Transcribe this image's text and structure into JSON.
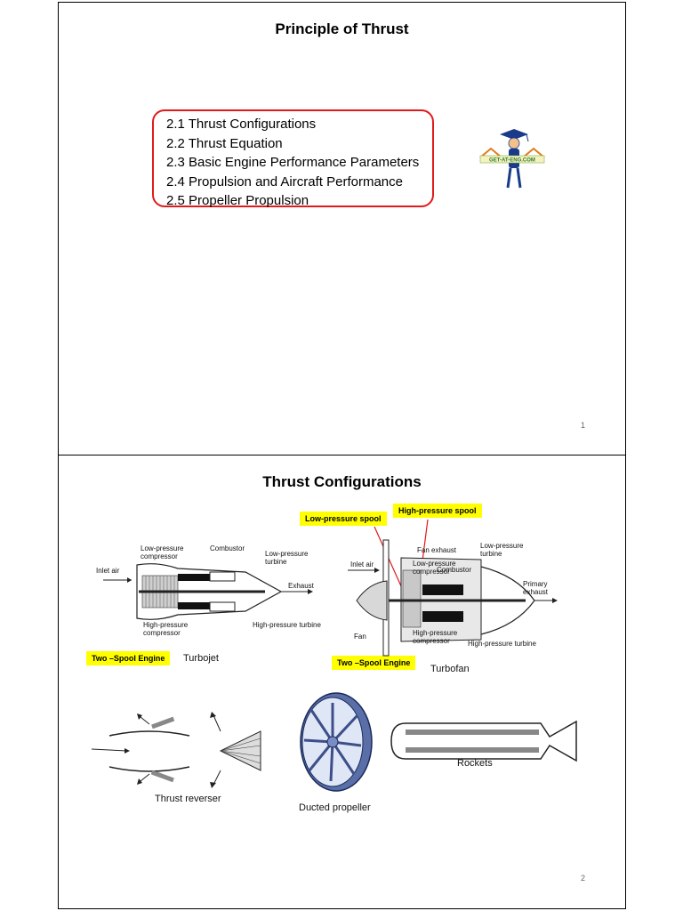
{
  "slide1": {
    "title": "Principle of Thrust",
    "toc": [
      "2.1 Thrust Configurations",
      "2.2 Thrust Equation",
      "2.3 Basic Engine Performance Parameters",
      "2.4 Propulsion and Aircraft Performance",
      "2.5 Propeller Propulsion"
    ],
    "logo_text": "GET-AT-ENG.COM",
    "page_number": "1"
  },
  "slide2": {
    "title": "Thrust Configurations",
    "highlights": {
      "low_pressure_spool": "Low-pressure spool",
      "high_pressure_spool": "High-pressure spool",
      "two_spool_left": "Two –Spool Engine",
      "two_spool_right": "Two –Spool Engine"
    },
    "turbojet": {
      "low_pressure_compressor": "Low-pressure\ncompressor",
      "combustor": "Combustor",
      "low_pressure_turbine": "Low-pressure\nturbine",
      "inlet_air": "Inlet air",
      "exhaust": "Exhaust",
      "high_pressure_compressor": "High-pressure\ncompressor",
      "high_pressure_turbine": "High-pressure turbine",
      "caption": "Turbojet"
    },
    "turbofan": {
      "inlet_air": "Inlet air",
      "fan_exhaust": "Fan exhaust",
      "low_pressure_compressor": "Low-pressure\ncompressor",
      "combustor": "Combustor",
      "low_pressure_turbine": "Low-pressure\nturbine",
      "primary_exhaust": "Primary\nexhaust",
      "fan": "Fan",
      "high_pressure_compressor": "High-pressure\ncompressor",
      "high_pressure_turbine": "High-pressure turbine",
      "caption": "Turbofan"
    },
    "captions": {
      "thrust_reverser": "Thrust reverser",
      "ducted_propeller": "Ducted propeller",
      "rockets": "Rockets"
    },
    "page_number": "2"
  }
}
